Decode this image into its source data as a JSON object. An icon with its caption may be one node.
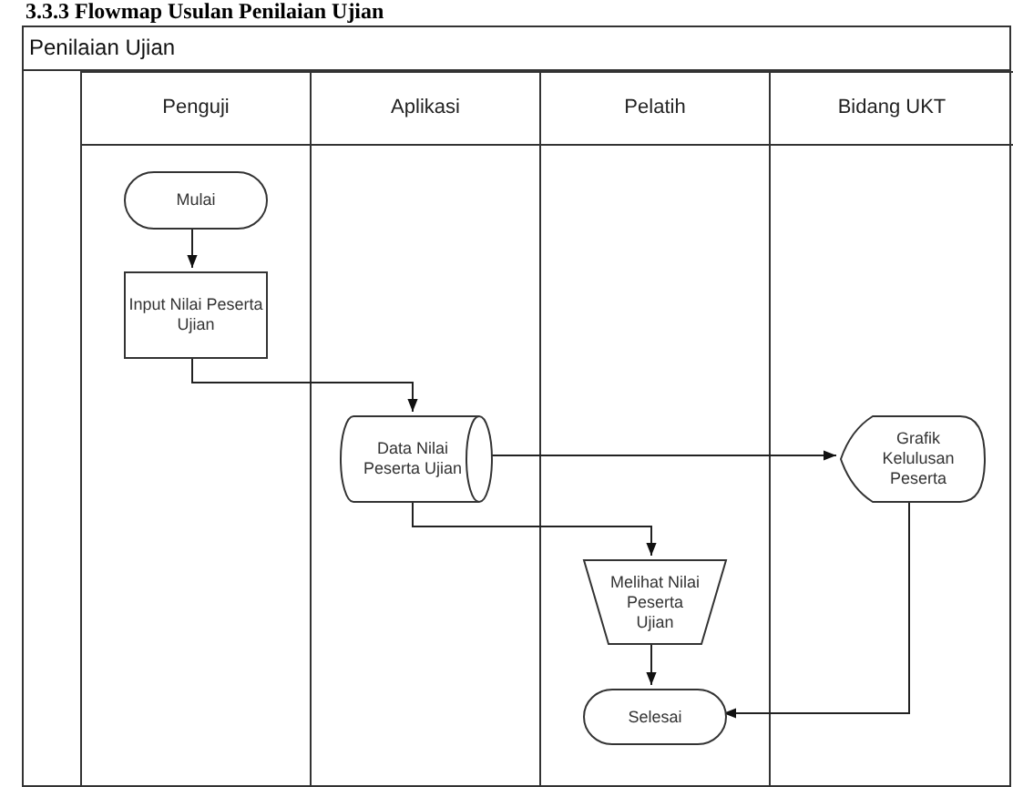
{
  "diagram": {
    "title": "3.3.3 Flowmap Usulan Penilaian Ujian",
    "nodes": [
      {
        "text": [
          "Penilaian Ujian"
        ]
      },
      {
        "text": [
          "Penguji"
        ],
        "in": 0
      },
      {
        "text": [
          "Aplikasi"
        ],
        "in": 0
      },
      {
        "text": [
          "Pelatih"
        ],
        "in": 0
      },
      {
        "text": [
          "Bidang UKT"
        ],
        "in": 0
      },
      {
        "text": [
          "Mulai"
        ],
        "in": 1
      },
      {
        "text": [
          "Input Nilai Peserta Ujian"
        ],
        "in": 1
      },
      {
        "text": [
          "Data Nilai Peserta Ujian"
        ],
        "in": 2
      },
      {
        "text": [
          "Melihat Nilai Peserta Ujian"
        ],
        "in": 3
      },
      {
        "text": [
          "Selesai"
        ],
        "in": 3
      },
      {
        "text": [
          "Grafik Kelulusan Peserta"
        ],
        "in": 4
      }
    ],
    "edges": [
      {
        "from": 5,
        "to": 6,
        "arrow": "to"
      },
      {
        "from": 6,
        "to": 7,
        "arrow": "to"
      },
      {
        "from": 7,
        "to": 10,
        "arrow": "to"
      },
      {
        "from": 7,
        "to": 8,
        "arrow": "to"
      },
      {
        "from": 8,
        "to": 9,
        "arrow": "to"
      },
      {
        "from": 10,
        "to": 9,
        "arrow": "to"
      }
    ]
  }
}
